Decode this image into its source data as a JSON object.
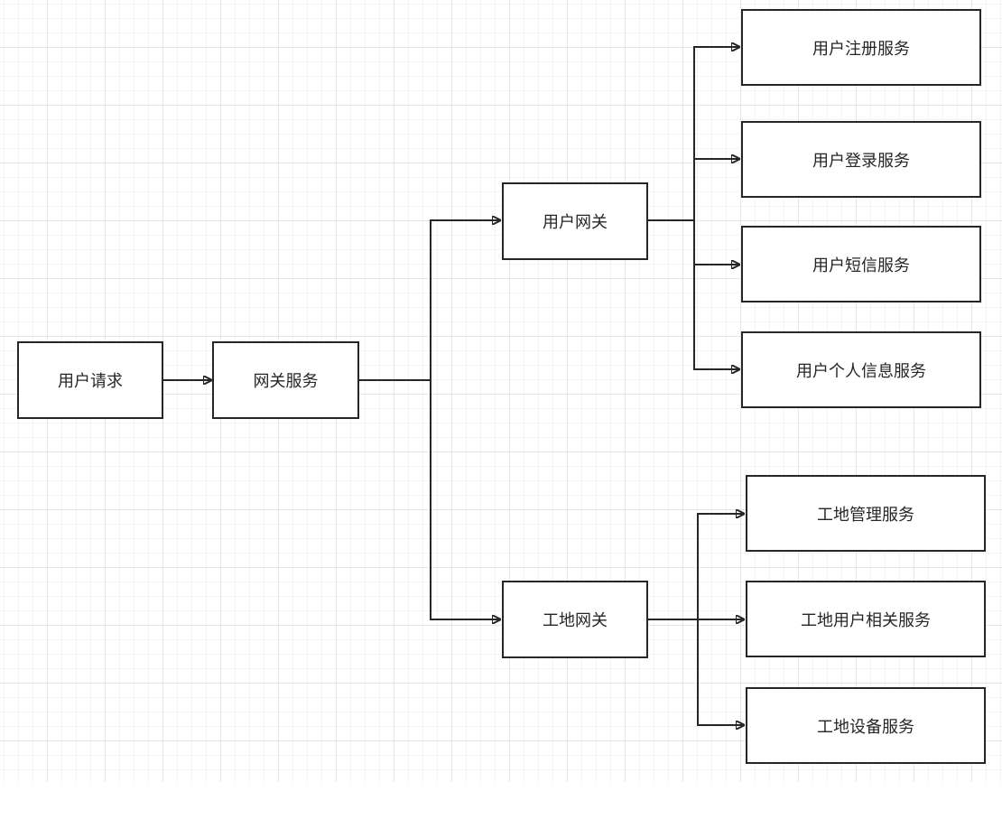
{
  "diagram": {
    "nodes": {
      "user_request": "用户请求",
      "gateway_service": "网关服务",
      "user_gateway": "用户网关",
      "site_gateway": "工地网关",
      "user_register": "用户注册服务",
      "user_login": "用户登录服务",
      "user_sms": "用户短信服务",
      "user_profile": "用户个人信息服务",
      "site_manage": "工地管理服务",
      "site_user": "工地用户相关服务",
      "site_device": "工地设备服务"
    },
    "edges": [
      {
        "from": "user_request",
        "to": "gateway_service"
      },
      {
        "from": "gateway_service",
        "to": "user_gateway"
      },
      {
        "from": "gateway_service",
        "to": "site_gateway"
      },
      {
        "from": "user_gateway",
        "to": "user_register"
      },
      {
        "from": "user_gateway",
        "to": "user_login"
      },
      {
        "from": "user_gateway",
        "to": "user_sms"
      },
      {
        "from": "user_gateway",
        "to": "user_profile"
      },
      {
        "from": "site_gateway",
        "to": "site_manage"
      },
      {
        "from": "site_gateway",
        "to": "site_user"
      },
      {
        "from": "site_gateway",
        "to": "site_device"
      }
    ],
    "colors": {
      "stroke": "#262626",
      "text": "#262626",
      "grid_major": "#e6e6e6",
      "grid_minor": "#f3f3f3",
      "background": "#ffffff"
    }
  }
}
